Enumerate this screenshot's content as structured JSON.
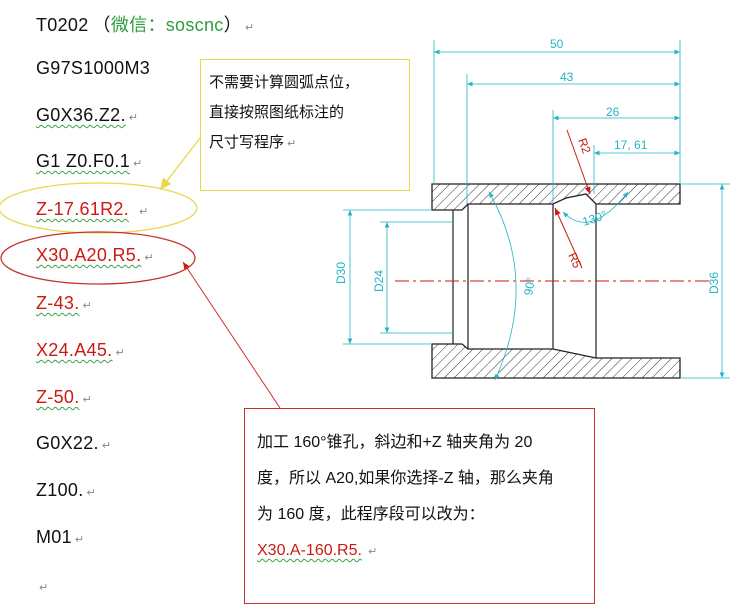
{
  "program": [
    {
      "id": "t0202",
      "text": "T0202",
      "extra_open": "（",
      "extra_green": "微信：soscnc",
      "extra_close": "）",
      "color": "#111111"
    },
    {
      "id": "g97",
      "text": "G97S1000M3",
      "color": "#111111"
    },
    {
      "id": "g0x36",
      "text": "G0X36.Z2.",
      "color": "#111111"
    },
    {
      "id": "g1z0",
      "text": "G1 Z0.F0.1",
      "color": "#111111"
    },
    {
      "id": "z1761",
      "text": "Z-17.61R2.",
      "color": "#cc1a12"
    },
    {
      "id": "x30a20",
      "text": "X30.A20.R5.",
      "color": "#cc1a12"
    },
    {
      "id": "z43",
      "text": "Z-43.",
      "color": "#cc1a12"
    },
    {
      "id": "x24a45",
      "text": "X24.A45.",
      "color": "#cc1a12"
    },
    {
      "id": "z50",
      "text": "Z-50.",
      "color": "#cc1a12"
    },
    {
      "id": "g0x22",
      "text": "G0X22.",
      "color": "#111111"
    },
    {
      "id": "z100",
      "text": "Z100.",
      "color": "#111111"
    },
    {
      "id": "m01",
      "text": "M01",
      "color": "#111111"
    }
  ],
  "paragraph_mark": "↵",
  "yellow_note": {
    "line1": "不需要计算圆弧点位，",
    "line2": "直接按照图纸标注的",
    "line3": "尺寸写程序"
  },
  "red_note": {
    "line1": "加工 160°锥孔，斜边和+Z 轴夹角为 20",
    "line2": "度，所以 A20,如果你选择-Z 轴，那么夹角",
    "line3": "为 160 度，此程序段可以改为：",
    "line4": "X30.A-160.R5."
  },
  "drawing": {
    "dim_50": "50",
    "dim_43": "43",
    "dim_26": "26",
    "dim_1761": "17, 61",
    "dim_r2": "R2",
    "dim_r5": "R5",
    "dim_130": "130°",
    "dim_90": "90°",
    "dim_d30": "D30",
    "dim_d24": "D24",
    "dim_d36": "D36"
  },
  "colors": {
    "accent_red": "#cc1a12",
    "dimension_cyan": "#22b5c4",
    "wechat_green": "#2e9e3e",
    "note_yellow_border": "#e8d84a",
    "note_red_border": "#c7322b"
  }
}
